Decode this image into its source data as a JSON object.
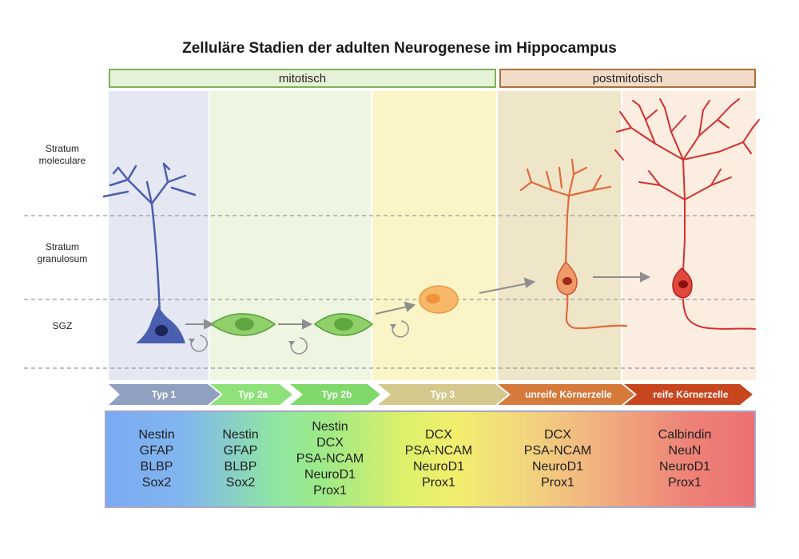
{
  "title": "Zelluläre Stadien der adulten Neurogenese im Hippocampus",
  "phases": {
    "mitotic": "mitotisch",
    "postmitotic": "postmitotisch"
  },
  "layers": {
    "molecular": "Stratum moleculare",
    "granular": "Stratum granulosum",
    "sgz": "SGZ"
  },
  "stages": [
    "Typ  1",
    "Typ  2a",
    "Typ 2b",
    "Typ 3",
    "unreife Körnerzelle",
    "reife Körnerzelle"
  ],
  "stage_colors": [
    "#8fa0c0",
    "#8fe27a",
    "#7fd96b",
    "#d4c88c",
    "#d67a3c",
    "#c8461e"
  ],
  "markers": [
    [
      "Nestin",
      "GFAP",
      "BLBP",
      "Sox2"
    ],
    [
      "Nestin",
      "GFAP",
      "BLBP",
      "Sox2"
    ],
    [
      "Nestin",
      "DCX",
      "PSA-NCAM",
      "NeuroD1",
      "Prox1"
    ],
    [
      "DCX",
      "PSA-NCAM",
      "NeuroD1",
      "Prox1"
    ],
    [
      "DCX",
      "PSA-NCAM",
      "NeuroD1",
      "Prox1"
    ],
    [
      "Calbindin",
      "NeuN",
      "NeuroD1",
      "Prox1"
    ]
  ],
  "colors": {
    "type1_cell": "#4a5fb0",
    "type2_cell": "#7dc45c",
    "type3_cell": "#f7b86a",
    "immature_neuron": "#e06a3c",
    "mature_neuron": "#d42f2f"
  }
}
